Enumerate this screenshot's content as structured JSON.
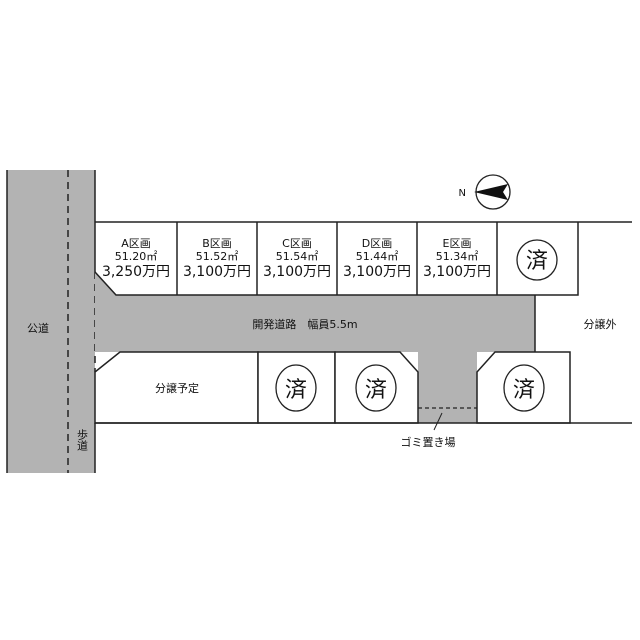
{
  "public_road": {
    "label": "公道",
    "sidewalk_label": "歩道"
  },
  "compass": {
    "north_label": "N"
  },
  "top_lots": [
    {
      "name": "A区画",
      "area": "51.20㎡",
      "price": "3,250万円"
    },
    {
      "name": "B区画",
      "area": "51.52㎡",
      "price": "3,100万円"
    },
    {
      "name": "C区画",
      "area": "51.54㎡",
      "price": "3,100万円"
    },
    {
      "name": "D区画",
      "area": "51.44㎡",
      "price": "3,100万円"
    },
    {
      "name": "E区画",
      "area": "51.34㎡",
      "price": "3,100万円"
    },
    {
      "sold": "済"
    }
  ],
  "dev_road": {
    "label": "開発道路　幅員5.5m"
  },
  "outside": {
    "label": "分譲外"
  },
  "bottom_lots": [
    {
      "label": "分譲予定"
    },
    {
      "sold": "済"
    },
    {
      "sold": "済"
    },
    {
      "sold": "済"
    }
  ],
  "garbage": {
    "label": "ゴミ置き場"
  },
  "colors": {
    "road": "#b3b3b3",
    "line": "#222222"
  }
}
